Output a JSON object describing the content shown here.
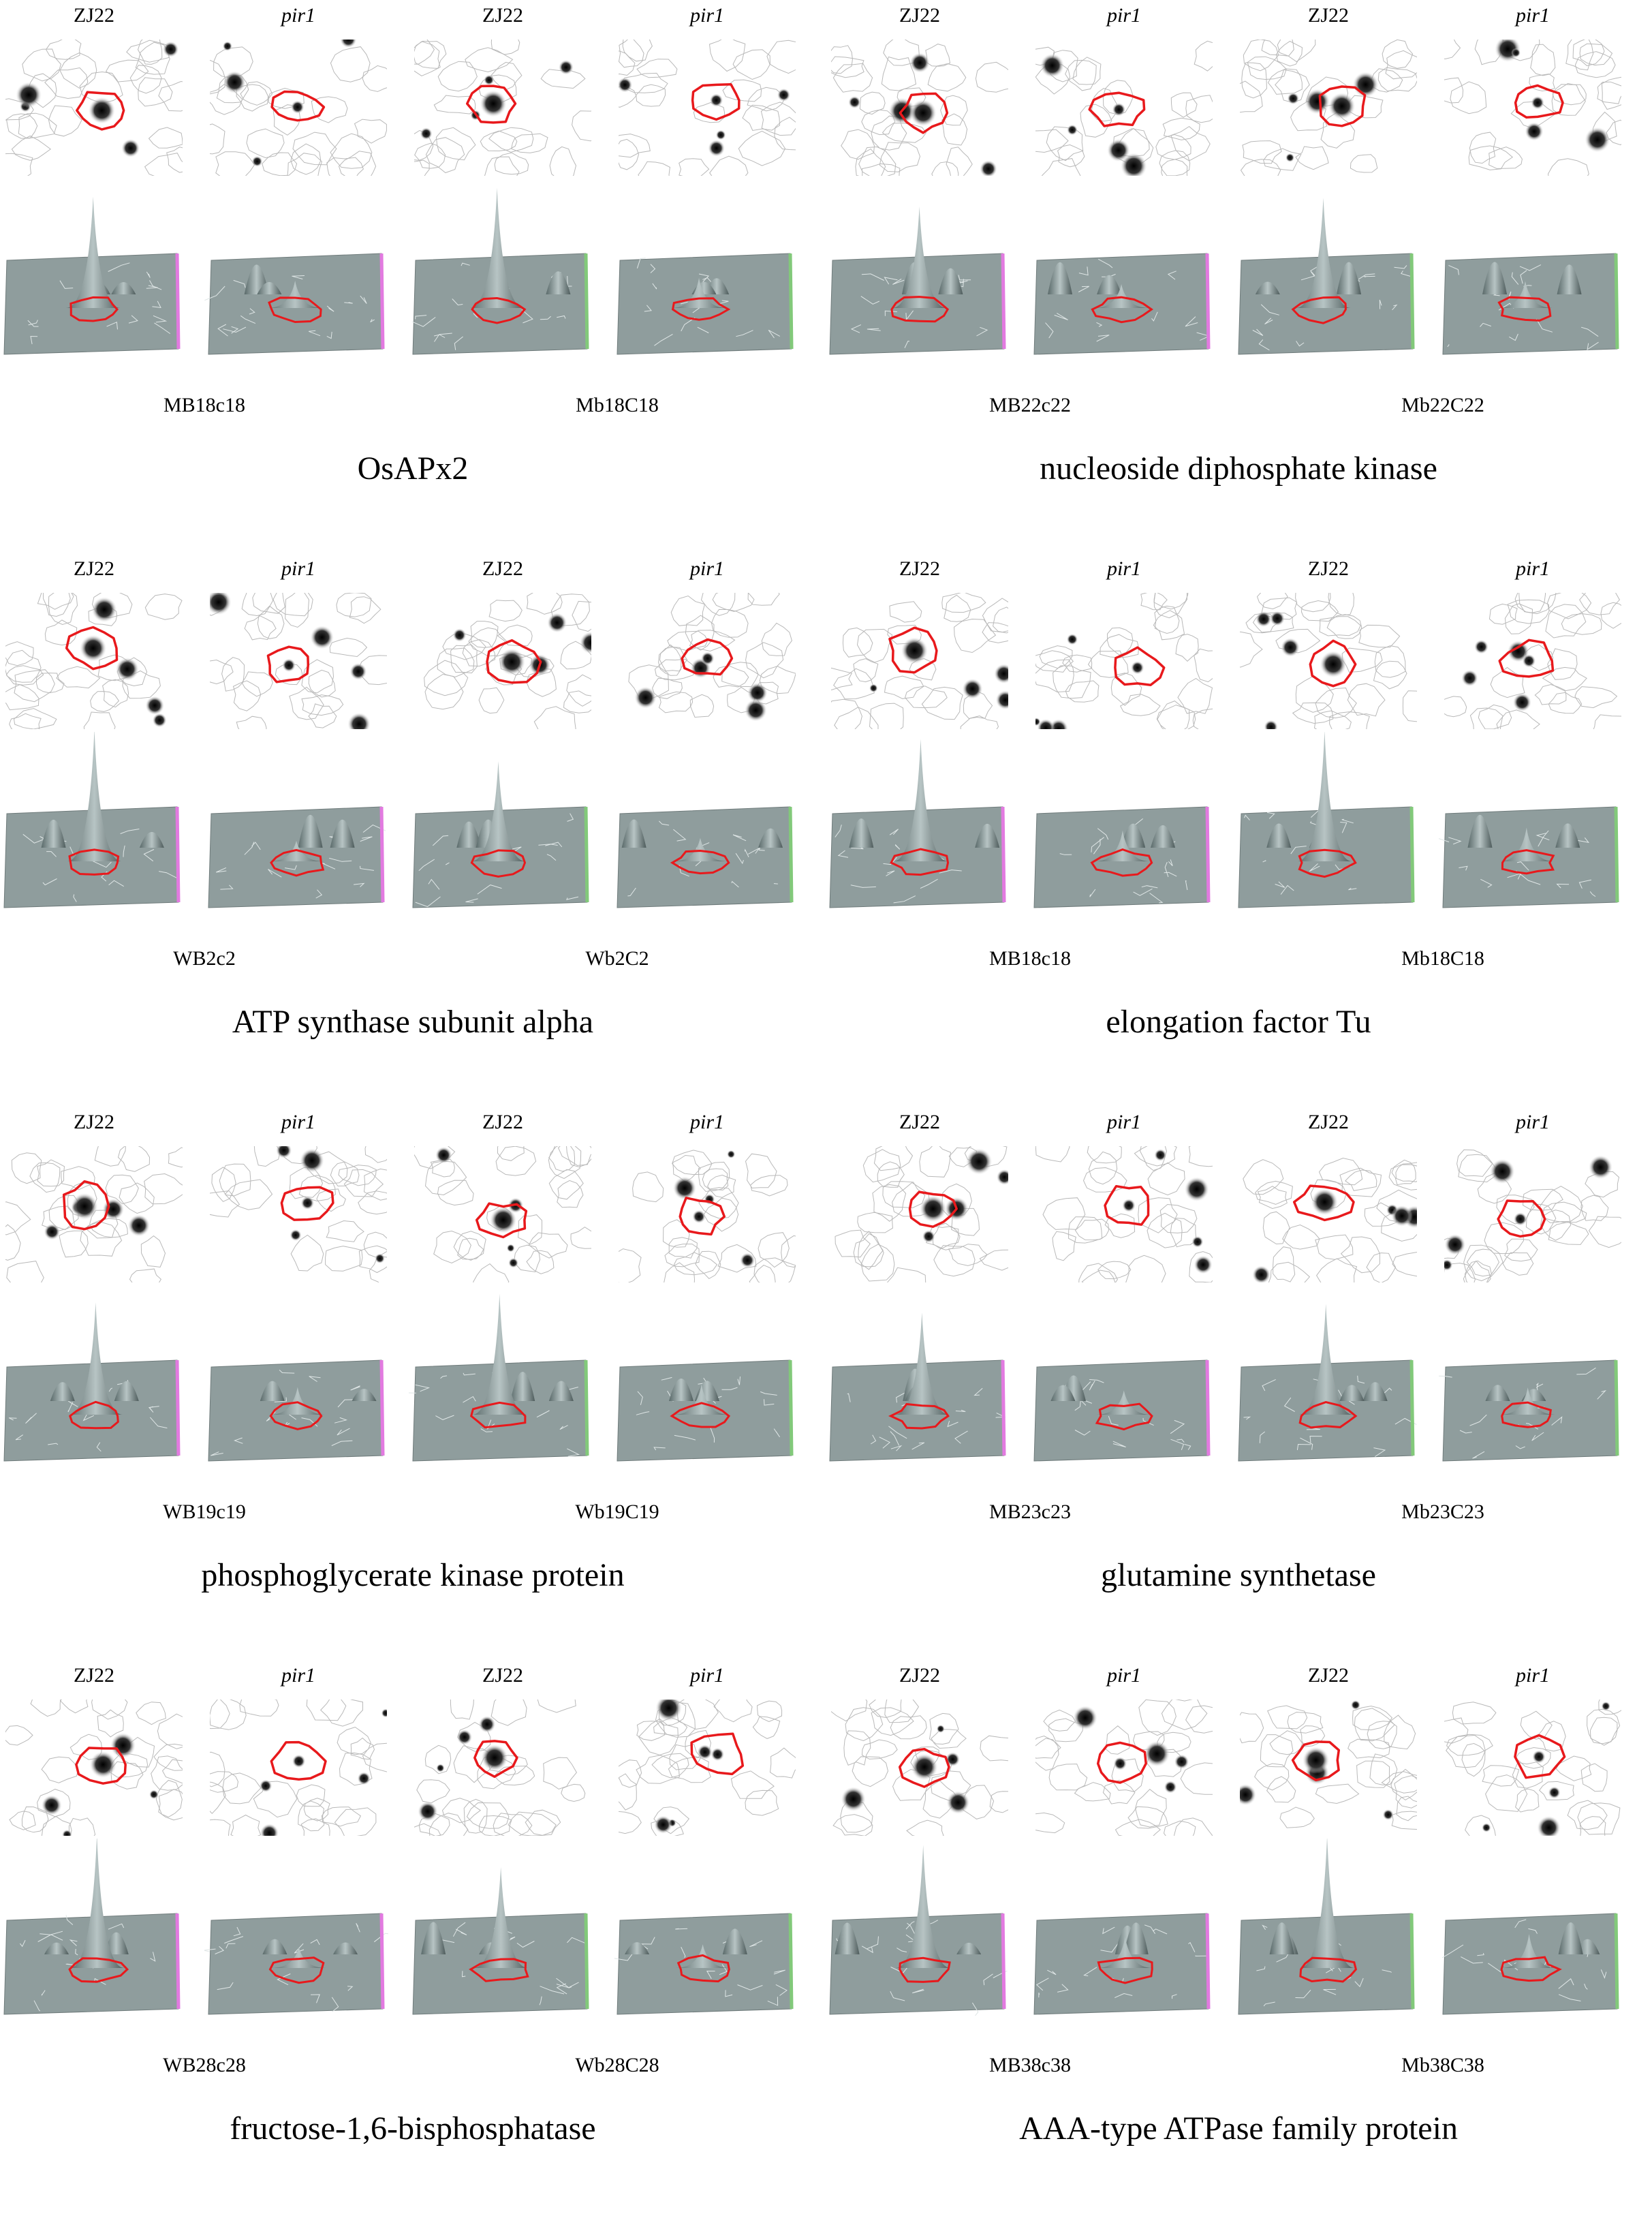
{
  "figure": {
    "panels": [
      {
        "title": "OsAPx2",
        "lane_labels": [
          "ZJ22",
          "pir1",
          "ZJ22",
          "pir1"
        ],
        "pair_captions": [
          "MB18c18",
          "Mb18C18"
        ],
        "first_edge_color": "#e27ae0",
        "second_edge_color": "#82c97a",
        "spot_outline_color": "#e8191c"
      },
      {
        "title": "nucleoside diphosphate kinase",
        "lane_labels": [
          "ZJ22",
          "pir1",
          "ZJ22",
          "pir1"
        ],
        "pair_captions": [
          "MB22c22",
          "Mb22C22"
        ],
        "first_edge_color": "#e27ae0",
        "second_edge_color": "#82c97a",
        "spot_outline_color": "#e8191c"
      },
      {
        "title": "ATP synthase subunit alpha",
        "lane_labels": [
          "ZJ22",
          "pir1",
          "ZJ22",
          "pir1"
        ],
        "pair_captions": [
          "WB2c2",
          "Wb2C2"
        ],
        "first_edge_color": "#e27ae0",
        "second_edge_color": "#82c97a",
        "spot_outline_color": "#e8191c"
      },
      {
        "title": "elongation factor Tu",
        "lane_labels": [
          "ZJ22",
          "pir1",
          "ZJ22",
          "pir1"
        ],
        "pair_captions": [
          "MB18c18",
          "Mb18C18"
        ],
        "first_edge_color": "#e27ae0",
        "second_edge_color": "#82c97a",
        "spot_outline_color": "#e8191c"
      },
      {
        "title": "phosphoglycerate kinase protein",
        "lane_labels": [
          "ZJ22",
          "pir1",
          "ZJ22",
          "pir1"
        ],
        "pair_captions": [
          "WB19c19",
          "Wb19C19"
        ],
        "first_edge_color": "#e27ae0",
        "second_edge_color": "#82c97a",
        "spot_outline_color": "#e8191c"
      },
      {
        "title": "glutamine synthetase",
        "lane_labels": [
          "ZJ22",
          "pir1",
          "ZJ22",
          "pir1"
        ],
        "pair_captions": [
          "MB23c23",
          "Mb23C23"
        ],
        "first_edge_color": "#e27ae0",
        "second_edge_color": "#82c97a",
        "spot_outline_color": "#e8191c"
      },
      {
        "title": "fructose-1,6-bisphosphatase",
        "lane_labels": [
          "ZJ22",
          "pir1",
          "ZJ22",
          "pir1"
        ],
        "pair_captions": [
          "WB28c28",
          "Wb28C28"
        ],
        "first_edge_color": "#e27ae0",
        "second_edge_color": "#82c97a",
        "spot_outline_color": "#e8191c"
      },
      {
        "title": "AAA-type ATPase family protein",
        "lane_labels": [
          "ZJ22",
          "pir1",
          "ZJ22",
          "pir1"
        ],
        "pair_captions": [
          "MB38c38",
          "Mb38C38"
        ],
        "first_edge_color": "#e27ae0",
        "second_edge_color": "#82c97a",
        "spot_outline_color": "#e8191c"
      }
    ]
  }
}
